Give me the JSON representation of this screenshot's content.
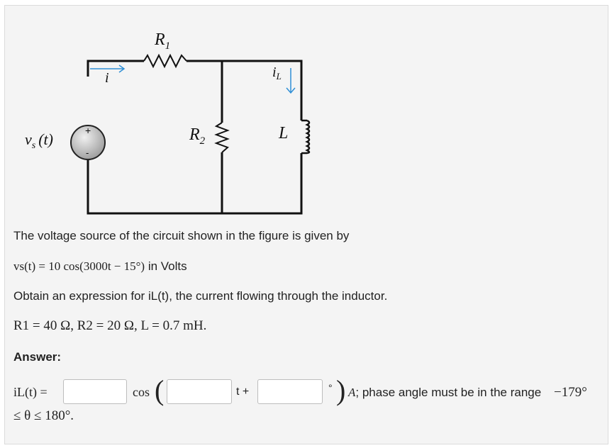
{
  "circuit": {
    "r1_label": "R",
    "r1_sub": "1",
    "r2_label": "R",
    "r2_sub": "2",
    "l_label": "L",
    "i_label": "i",
    "il_label": "i",
    "il_sub": "L",
    "vs_label": "v",
    "vs_sub": "s",
    "vs_arg": "(t)",
    "plus": "+",
    "minus": "-"
  },
  "problem": {
    "intro": "The voltage source of the circuit shown in the figure is given by",
    "source_expr": "vs(t) = 10 cos(3000t − 15°)",
    "source_units": " in Volts",
    "task": "Obtain an expression for iL(t), the current flowing through the inductor.",
    "params": "R1 = 40 Ω, R2 = 20 Ω, L = 0.7 mH."
  },
  "answer": {
    "label": "Answer:",
    "lhs": "iL(t) =",
    "cos": "cos",
    "t_plus": "t +",
    "degree": "°",
    "unit_text": "A; phase angle must be in the range",
    "range_start": "−179°",
    "range_end": "≤ θ ≤ 180°.",
    "amplitude_value": "",
    "omega_value": "",
    "phase_value": ""
  },
  "colors": {
    "wire": "#111111",
    "arrow": "#2f8fd6",
    "panel_bg": "#f4f4f4",
    "input_border": "#bdbdbd"
  }
}
